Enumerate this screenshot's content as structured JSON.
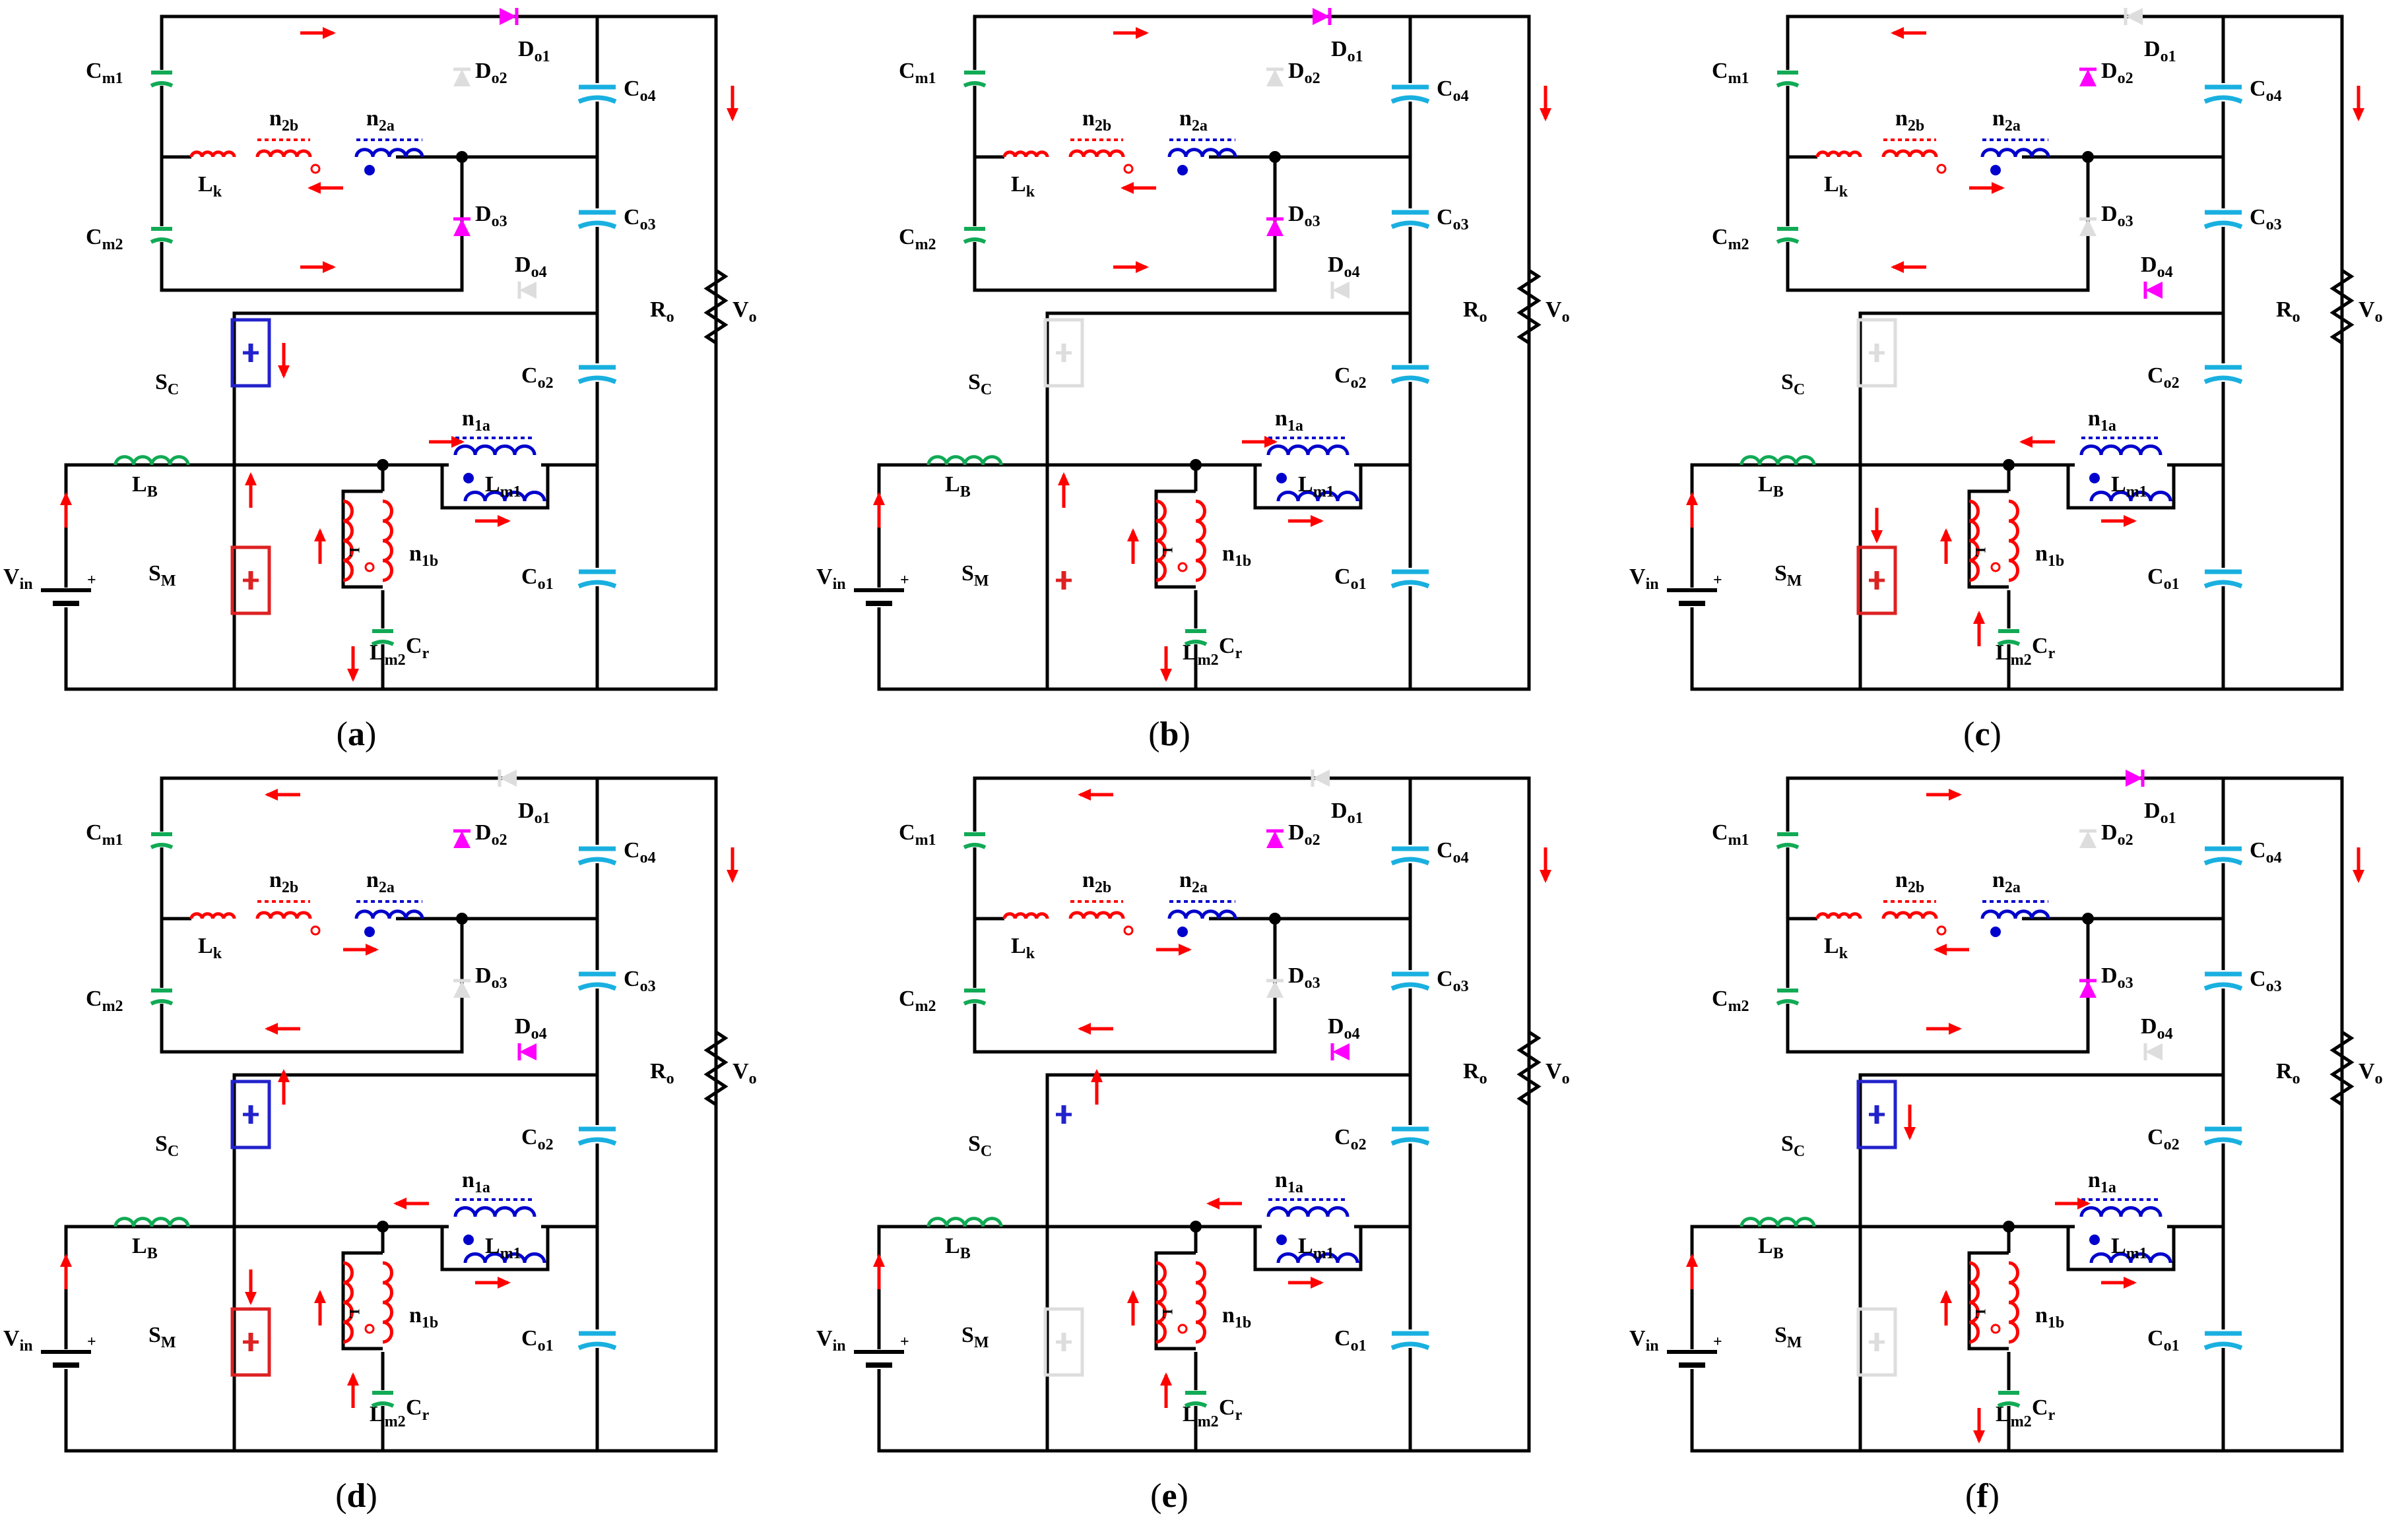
{
  "figure": {
    "panels": [
      {
        "id": "a",
        "caption": "a"
      },
      {
        "id": "b",
        "caption": "b"
      },
      {
        "id": "c",
        "caption": "c"
      },
      {
        "id": "d",
        "caption": "d"
      },
      {
        "id": "e",
        "caption": "e"
      },
      {
        "id": "f",
        "caption": "f"
      }
    ],
    "labels": {
      "cm1": {
        "main": "C",
        "sub": "m1"
      },
      "cm2": {
        "main": "C",
        "sub": "m2"
      },
      "n2b": {
        "main": "n",
        "sub": "2b"
      },
      "n2a": {
        "main": "n",
        "sub": "2a"
      },
      "lk": {
        "main": "L",
        "sub": "k"
      },
      "do1": {
        "main": "D",
        "sub": "o1"
      },
      "do2": {
        "main": "D",
        "sub": "o2"
      },
      "do3": {
        "main": "D",
        "sub": "o3"
      },
      "do4": {
        "main": "D",
        "sub": "o4"
      },
      "co4": {
        "main": "C",
        "sub": "o4"
      },
      "co3": {
        "main": "C",
        "sub": "o3"
      },
      "co2": {
        "main": "C",
        "sub": "o2"
      },
      "co1": {
        "main": "C",
        "sub": "o1"
      },
      "ro": {
        "main": "R",
        "sub": "o"
      },
      "vo": {
        "main": "V",
        "sub": "o"
      },
      "sc": {
        "main": "S",
        "sub": "C"
      },
      "sm": {
        "main": "S",
        "sub": "M"
      },
      "lb": {
        "main": "L",
        "sub": "B"
      },
      "vin": {
        "main": "V",
        "sub": "in"
      },
      "n1a": {
        "main": "n",
        "sub": "1a"
      },
      "lm1": {
        "main": "L",
        "sub": "m1"
      },
      "lm2": {
        "main": "L",
        "sub": "m2"
      },
      "n1b": {
        "main": "n",
        "sub": "1b"
      },
      "cr": {
        "main": "C",
        "sub": "r"
      }
    },
    "colors": {
      "wire": "#000000",
      "arrow": "#ff0000",
      "coupled_inductor": "#ff0000",
      "winding_blue": "#0000cc",
      "capacitor_green": "#11aa55",
      "output_capacitor": "#19b0e0",
      "diode_on": "#ff00ff",
      "switch_red": "#dd2222",
      "switch_blue": "#2222cc",
      "faded": "#dddddd"
    }
  }
}
